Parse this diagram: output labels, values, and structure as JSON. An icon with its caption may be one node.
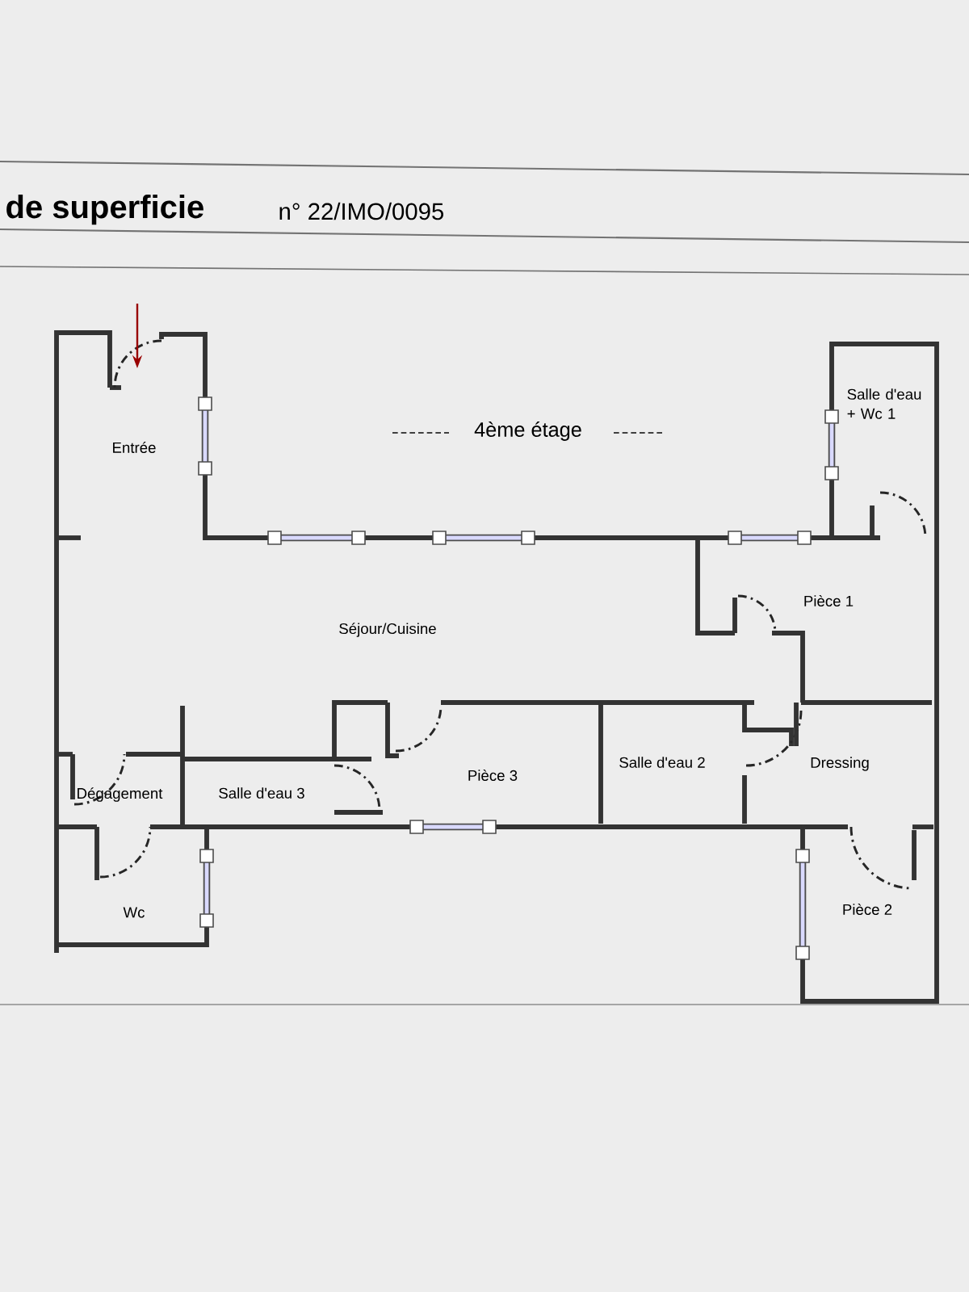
{
  "diagram": {
    "title": "de superficie",
    "labels": [
      "n° 22/IMO/0095",
      "4ème étage",
      "Entrée",
      "Salle d'eau + Wc 1",
      "Pièce 1",
      "Séjour/Cuisine",
      "Dégagement",
      "Salle d'eau 3",
      "Pièce 3",
      "Salle d'eau 2",
      "Dressing",
      "Wc",
      "Pièce 2"
    ]
  }
}
